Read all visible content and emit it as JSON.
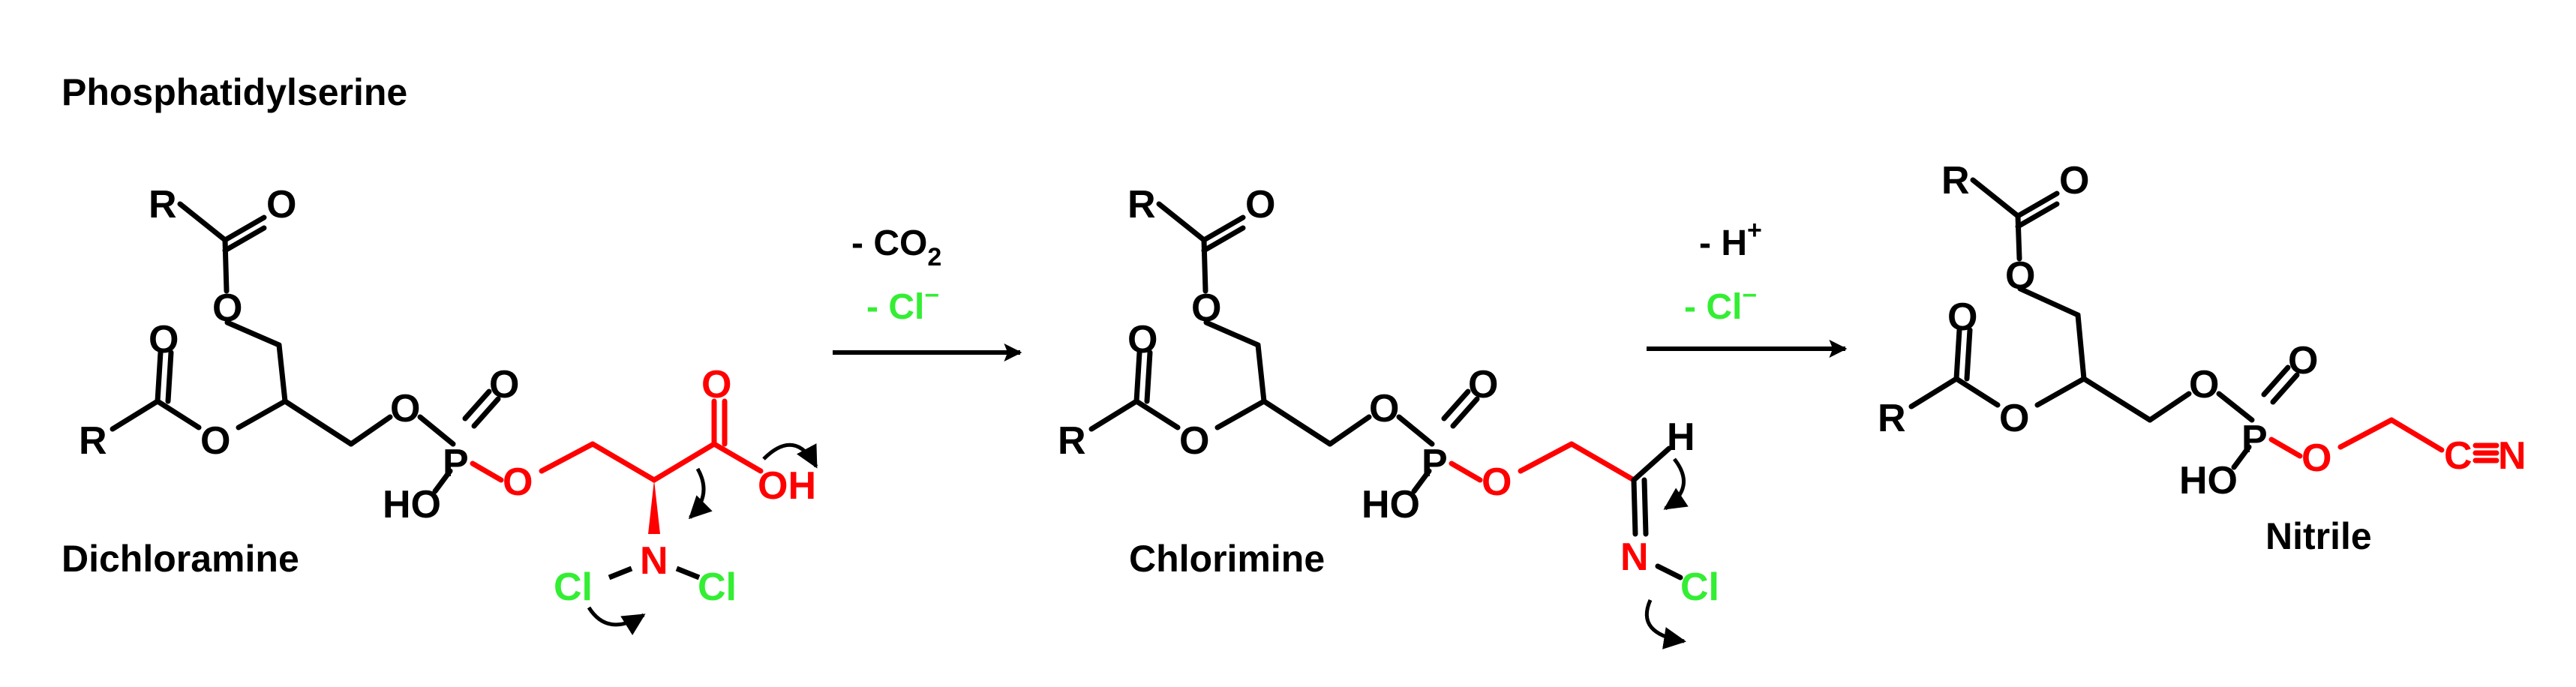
{
  "colors": {
    "black": "#000000",
    "red": "#ff0000",
    "green": "#33ee33"
  },
  "title": "Phosphatidylserine",
  "compounds": [
    {
      "name": "Dichloramine"
    },
    {
      "name": "Chlorimine"
    },
    {
      "name": "Nitrile"
    }
  ],
  "atoms": {
    "R": "R",
    "O": "O",
    "P": "P",
    "H": "H",
    "OH": "OH",
    "HO": "HO",
    "N": "N",
    "Cl": "Cl",
    "C": "C"
  },
  "arrows": [
    {
      "conditions": {
        "line1_prefix": "- CO",
        "line1_sub": "2",
        "line2_prefix": "- Cl",
        "line2_sup": "−"
      }
    },
    {
      "conditions": {
        "line1_prefix": "- H",
        "line1_sup": "+",
        "line2_prefix": "- Cl",
        "line2_sup": "−"
      }
    }
  ]
}
